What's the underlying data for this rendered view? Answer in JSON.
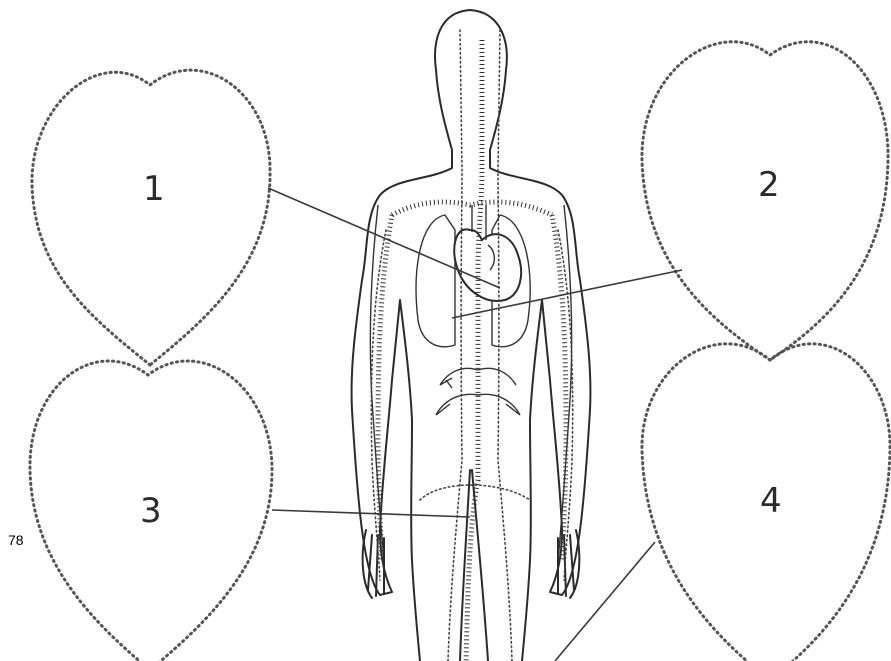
{
  "page_number": "78",
  "labels": {
    "heart_1": "1",
    "heart_2": "2",
    "heart_3": "3",
    "heart_4": "4"
  },
  "colors": {
    "ink": "#2b2b2b",
    "background": "#ffffff"
  }
}
